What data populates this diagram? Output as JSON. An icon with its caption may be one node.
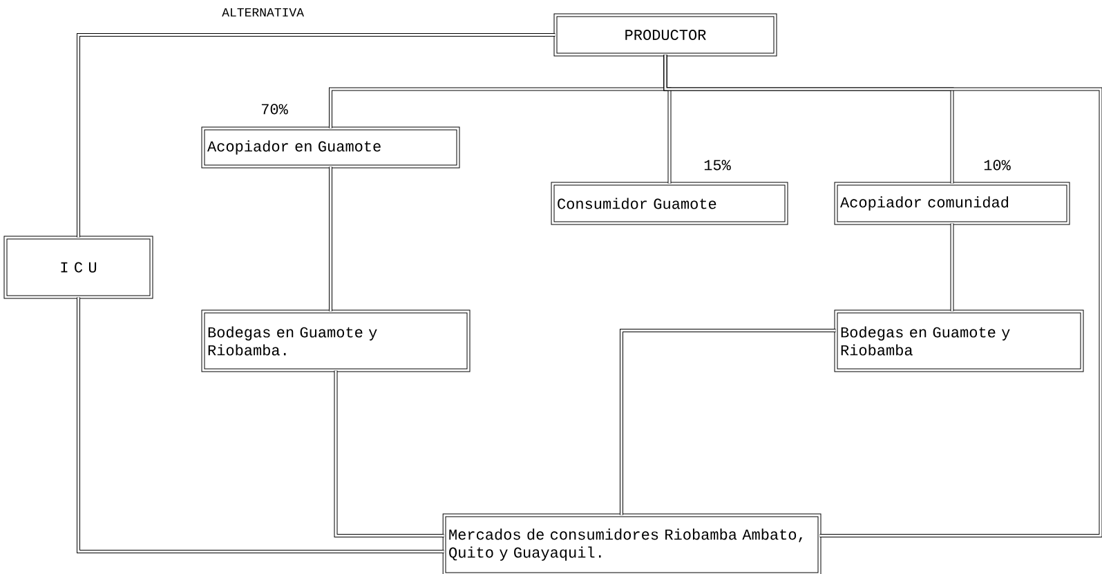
{
  "diagram": {
    "nodes": [
      {
        "text": [
          "PRODUCTOR"
        ]
      },
      {
        "text": [
          "Acopiador en Guamote"
        ],
        "beside": [
          "70%"
        ]
      },
      {
        "text": [
          "Consumidor Guamote"
        ],
        "beside": [
          "15%"
        ]
      },
      {
        "text": [
          "Acopiador comunidad"
        ],
        "beside": [
          "10%"
        ]
      },
      {
        "text": [
          "I C U"
        ]
      },
      {
        "text": [
          "Bodegas en Guamote y Riobamba."
        ]
      },
      {
        "text": [
          "Bodegas en Guamote y Riobamba"
        ]
      },
      {
        "text": [
          "Mercados de consumidores Riobamba Ambato, Quito y Guayaquil."
        ]
      }
    ],
    "edges": [
      {
        "from": 0,
        "to": 4,
        "arrow": "none",
        "label": "ALTERNATIVA"
      },
      {
        "from": 0,
        "to": 1,
        "arrow": "none"
      },
      {
        "from": 0,
        "to": 2,
        "arrow": "none"
      },
      {
        "from": 0,
        "to": 3,
        "arrow": "none"
      },
      {
        "from": 0,
        "to": 7,
        "arrow": "none"
      },
      {
        "from": 1,
        "to": 5,
        "arrow": "none"
      },
      {
        "from": 3,
        "to": 6,
        "arrow": "none"
      },
      {
        "from": 5,
        "to": 7,
        "arrow": "none"
      },
      {
        "from": 6,
        "to": 7,
        "arrow": "none"
      },
      {
        "from": 4,
        "to": 7,
        "arrow": "none"
      }
    ]
  }
}
